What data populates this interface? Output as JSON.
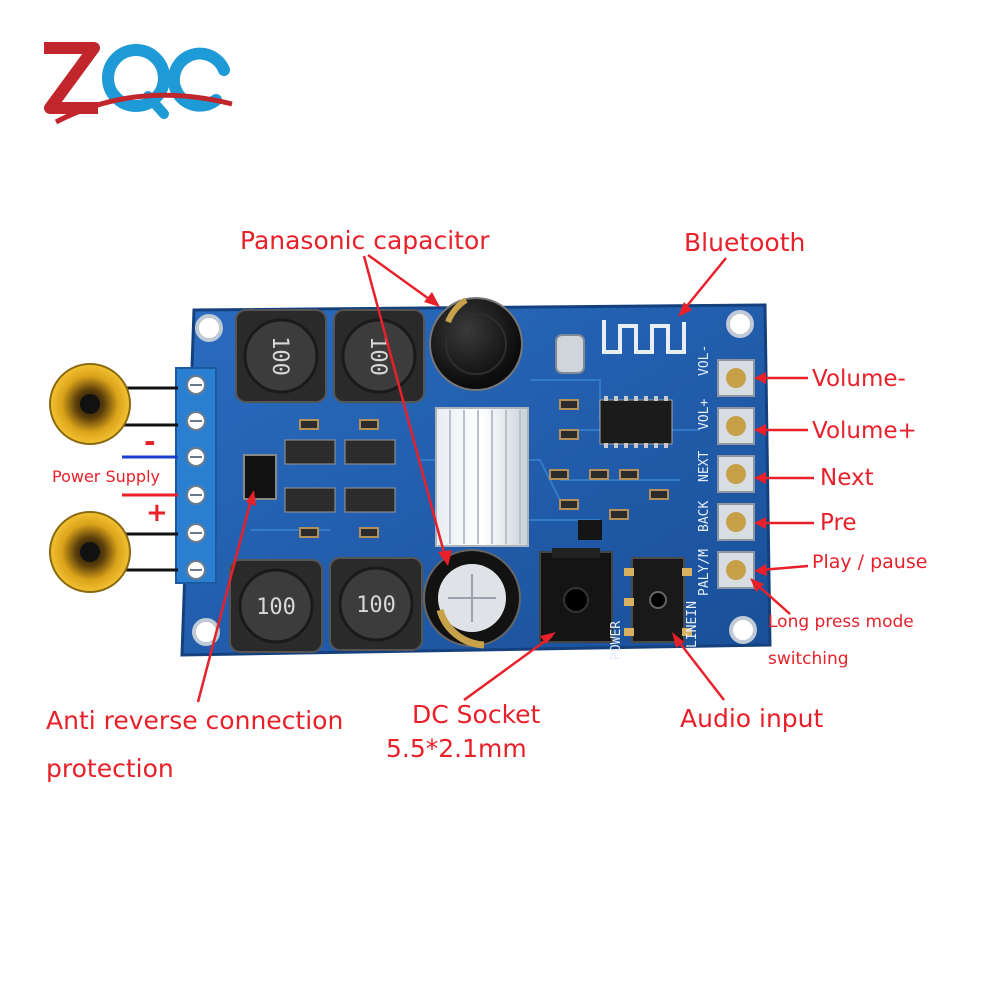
{
  "logo": {
    "name": "ZQC",
    "colors": {
      "red": "#c0262c",
      "blue": "#1e9ad6"
    }
  },
  "labels": {
    "panasonic_capacitor": "Panasonic capacitor",
    "bluetooth": "Bluetooth",
    "volume_minus": "Volume-",
    "volume_plus": "Volume+",
    "next": "Next",
    "pre": "Pre",
    "play_pause": "Play / pause",
    "long_press_line1": "Long press mode",
    "long_press_line2": "switching",
    "power_supply": "Power Supply",
    "minus_sign": "-",
    "plus_sign": "+",
    "anti_reverse_line1": "Anti reverse connection",
    "anti_reverse_line2": "protection",
    "dc_socket_line1": "DC Socket",
    "dc_socket_line2": "5.5*2.1mm",
    "audio_input": "Audio input"
  },
  "board": {
    "inductor_marking": "100",
    "silkscreen": {
      "vol_minus": "VOL-",
      "vol_plus": "VOL+",
      "next": "NEXT",
      "back": "BACK",
      "paly_m": "PALY/M",
      "linein": "LINEIN",
      "power": "POWER"
    }
  },
  "colors": {
    "annotation_red": "#e8202a",
    "pcb_blue": "#1f5fb0",
    "terminal_blue": "#2a7fd0"
  }
}
